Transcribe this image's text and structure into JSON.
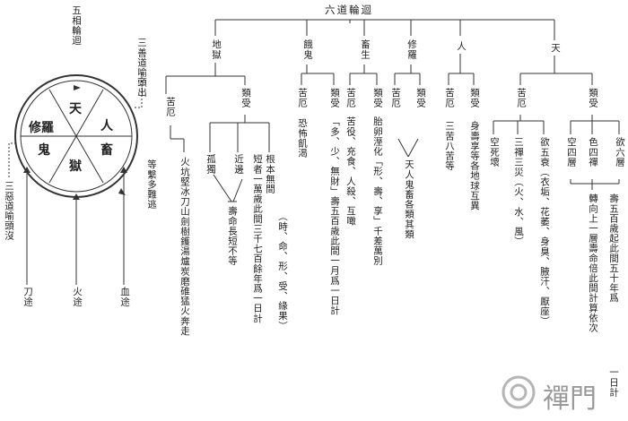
{
  "root": "六道輪迴",
  "left": {
    "title": "五相輪迴",
    "three_good": "三善道喻頭出",
    "three_evil": "三惡道喻頭沒",
    "cycle": "等繫多難逃",
    "wheel": {
      "tian": "天",
      "ren": "人",
      "chu": "畜",
      "yu": "獄",
      "gui": "鬼",
      "xiu": "修羅"
    },
    "paths": {
      "dao": "刀途",
      "huo": "火途",
      "xue": "血途"
    }
  },
  "branches": {
    "diyu": {
      "label": "地獄",
      "kuhuo": "苦厄",
      "kuhuo_desc": "火坑堅冰刀山劍樹鑊湯爐炭磨碓猛火奔走",
      "shoulei": "類受",
      "gu": "孤獨",
      "jin": "近邊",
      "gen": "根本無間",
      "shouming": "壽命長短不等",
      "gen_desc1": "（時、命、形、受、緣果）",
      "gen_desc2": "短者一萬歲此間三千七百餘年爲一日計"
    },
    "egui": {
      "label": "餓鬼",
      "kuhuo": "苦厄",
      "kuhuo_desc": "恐怖飢渴",
      "shoulei": "類受",
      "shoulei_desc": "「多、少、無財」壽五百歲此間一月爲一日計"
    },
    "chusheng": {
      "label": "畜生",
      "kuhuo": "苦厄",
      "kuhuo_desc": "苦役、充食、人殺、互噉",
      "shoulei": "類受",
      "shoulei_desc": "胎卵溼化「形、壽、享」千差萬別"
    },
    "xiuluo": {
      "label": "修羅",
      "kuhuo": "苦厄",
      "shoulei": "類受",
      "shoulei_desc": "天人鬼畜各類其類"
    },
    "ren": {
      "label": "人",
      "kuhuo": "苦厄",
      "kuhuo_desc": "三苦八苦等",
      "shoulei": "類受",
      "shoulei_desc": "身壽享等各地球互異"
    },
    "tian": {
      "label": "天",
      "kuhuo": "苦厄",
      "kong": "空死壞",
      "sanchan": "三禪三災（火、水、風）",
      "wu": "欲五衰（衣垢、花萎、身臭、腋汗、厭座）",
      "shoulei": "類受",
      "kongsi": "空四層",
      "seshi": "色四禪",
      "yuliu": "欲六層",
      "desc1": "壽五百歲起此間五十年爲",
      "desc2": "一日計",
      "desc3": "轉向上一層壽命倍此間計算依次"
    }
  },
  "watermark": "禪門"
}
